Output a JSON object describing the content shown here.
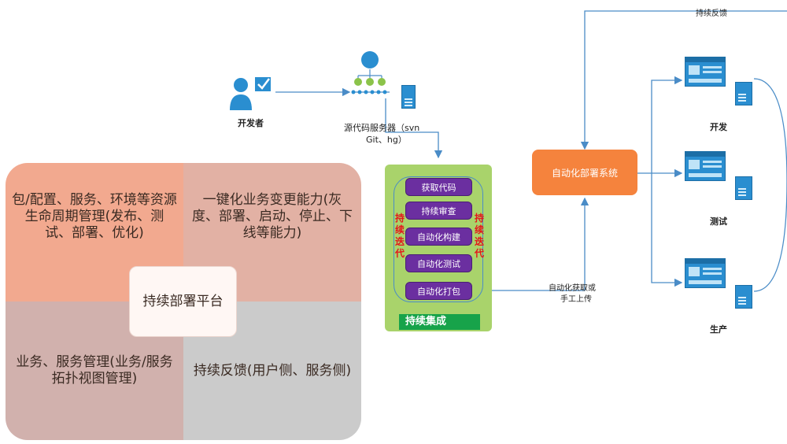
{
  "platform": {
    "center_label": "持续部署平台",
    "quadrants": {
      "top_left": "包/配置、服务、环境等资源生命周期管理(发布、测试、部署、优化)",
      "top_right": "一键化业务变更能力(灰度、部署、启动、停止、下线等能力)",
      "bottom_left": "业务、服务管理(业务/服务拓扑视图管理)",
      "bottom_right": "持续反馈(用户侧、服务侧)"
    },
    "colors": {
      "tl": "#f2a98f",
      "tr": "#e2b1a4",
      "bl": "#d1b1ad",
      "br": "#cbcbcb"
    }
  },
  "flow": {
    "developer_label": "开发者",
    "source_server_label": "源代码服务器（svn",
    "source_server_sub": "Git、hg）",
    "ci": {
      "title": "持续集成",
      "steps": [
        "获取代码",
        "持续审查",
        "自动化构建",
        "自动化测试",
        "自动化打包"
      ],
      "left_loop_label": [
        "持",
        "续",
        "迭",
        "代"
      ],
      "right_loop_label": [
        "持",
        "续",
        "迭",
        "代"
      ]
    },
    "deploy_system_label": "自动化部署系统",
    "upload_label_line1": "自动化获取或",
    "upload_label_line2": "手工上传",
    "feedback_label": "持续反馈",
    "environments": [
      "开发",
      "测试",
      "生产"
    ]
  }
}
